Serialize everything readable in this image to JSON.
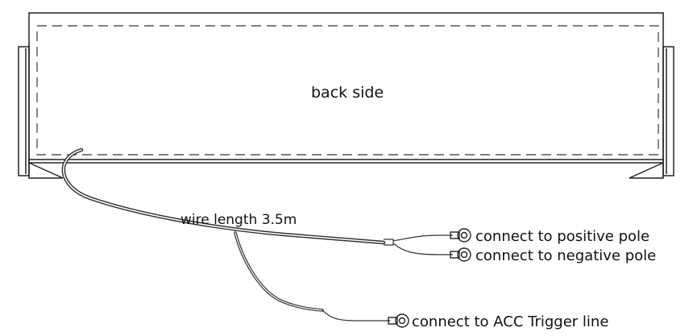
{
  "labels": {
    "back_side": "back side",
    "wire_length": "wire length 3.5m",
    "positive": "connect to positive pole",
    "negative": "connect to negative pole",
    "acc": "connect to ACC Trigger line"
  },
  "colors": {
    "line": "#222222",
    "dashed": "#555555",
    "cable": "#333333",
    "background": "#ffffff"
  },
  "icons": {
    "terminal": "ring-terminal-icon"
  }
}
